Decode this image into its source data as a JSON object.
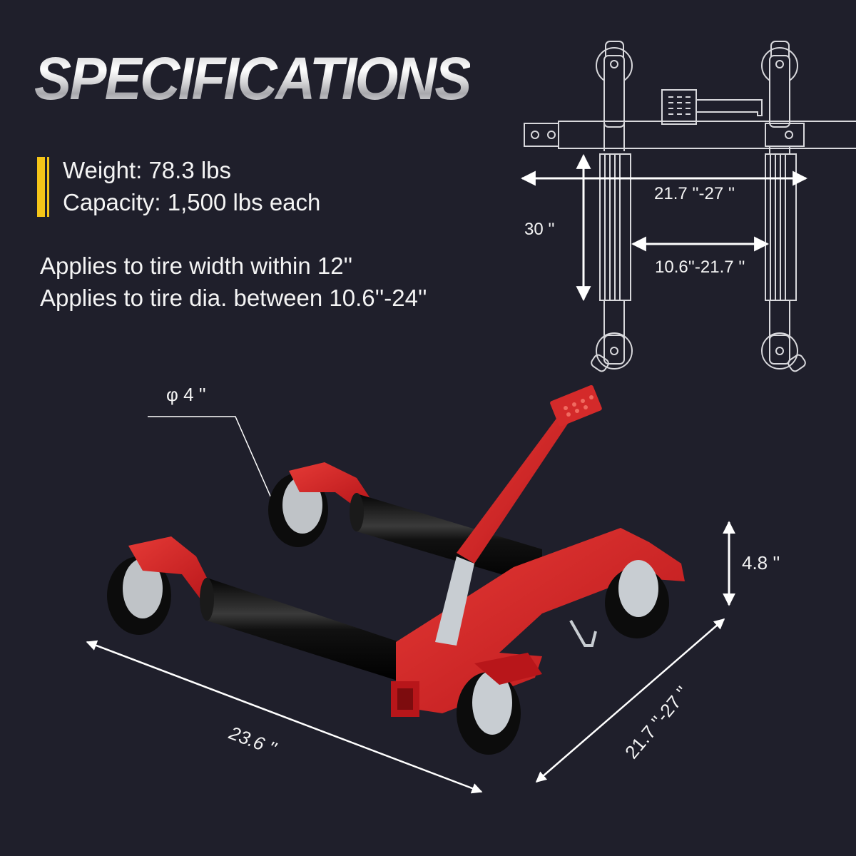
{
  "header": {
    "title": "SPECIFICATIONS"
  },
  "specs": {
    "weight": "Weight: 78.3 lbs",
    "capacity": "Capacity: 1,500 lbs each",
    "accent_color": "#f5c518"
  },
  "applicability": {
    "tire_width": "Applies to tire width within 12''",
    "tire_diameter": "Applies to tire dia. between 10.6''-24''"
  },
  "top_diagram": {
    "outer_width": "21.7 ''-27 ''",
    "inner_width": "10.6''-21.7 ''",
    "length": "30 ''"
  },
  "product_photo": {
    "wheel_diameter": "φ 4 ''",
    "height": "4.8 ''",
    "length": "23.6 ''",
    "width": "21.7 ''-27 ''",
    "frame_color": "#d42a2a",
    "roller_color": "#111111"
  }
}
